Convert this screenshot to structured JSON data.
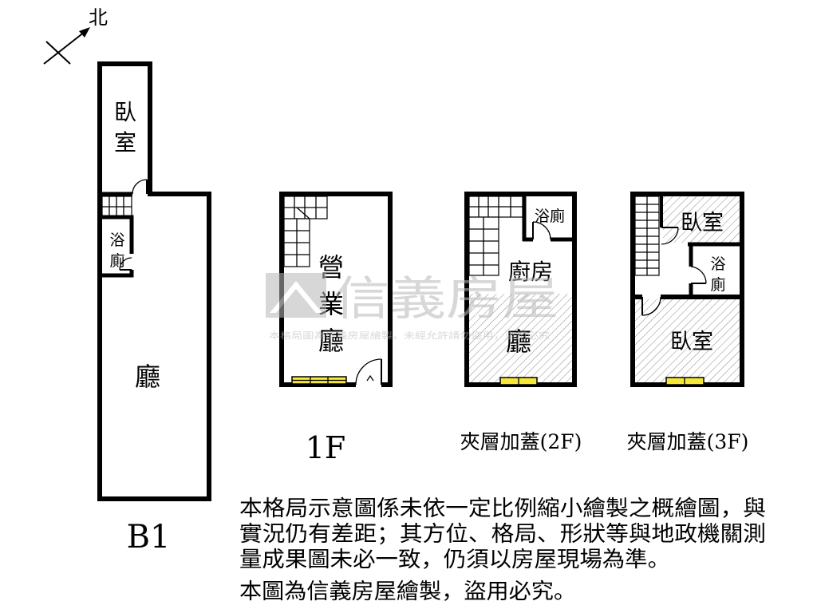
{
  "north": {
    "label": "北"
  },
  "floors": {
    "b1": {
      "label": "B1",
      "rooms": {
        "bedroom": "臥室",
        "bath": "浴廁",
        "living": "廳"
      }
    },
    "f1": {
      "label": "1F",
      "rooms": {
        "business_hall": "營業廳"
      }
    },
    "f2": {
      "label": "夾層加蓋(2F)",
      "rooms": {
        "bath": "浴廁",
        "kitchen": "廚房",
        "living": "廳"
      }
    },
    "f3": {
      "label": "夾層加蓋(3F)",
      "rooms": {
        "bedroom_top": "臥室",
        "bath": "浴廁",
        "bedroom_bottom": "臥室"
      }
    }
  },
  "watermark": {
    "brand": "信義房屋",
    "notice": "本格局圖為信義房屋繪製，未經允許請勿盜用，盜用必究"
  },
  "disclaimer": {
    "lines": [
      "本格局示意圖係未依一定比例縮小繪製之概繪圖，與",
      "實況仍有差距；其方位、格局、形狀等與地政機關測",
      "量成果圖未必一致，仍須以房屋現場為準。",
      "本圖為信義房屋繪製，盜用必究。"
    ]
  },
  "colors": {
    "wall": "#000000",
    "window": "#f4e73a",
    "hatch": "#8c8c8c",
    "watermark": "#b8b8b8"
  }
}
